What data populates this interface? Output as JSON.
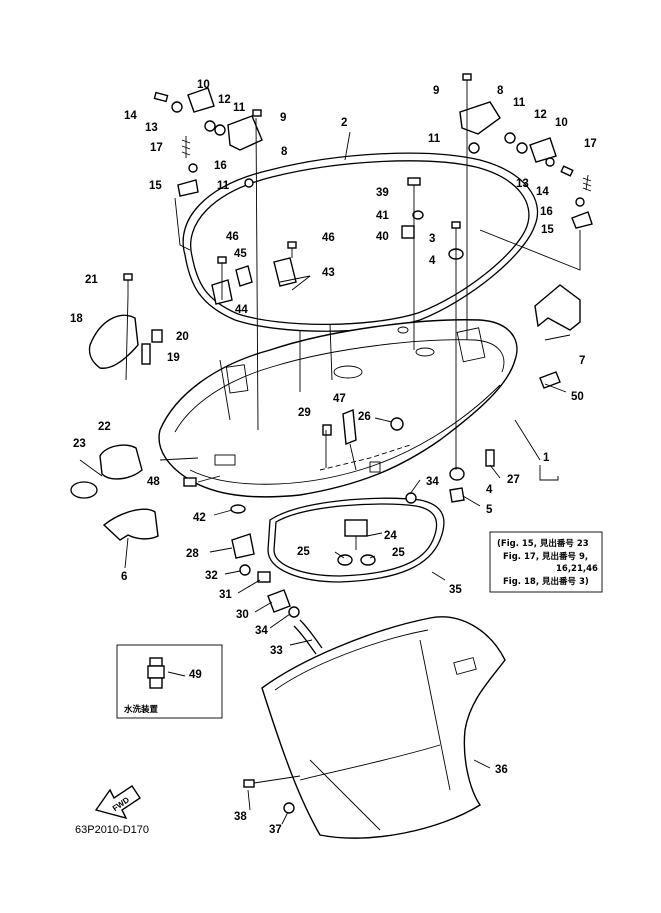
{
  "diagram": {
    "drawing_code": "63P2010-D170",
    "fwd_arrow_label": "FWD",
    "inset_caption": "水洗装置",
    "reference_note": [
      "(Fig. 15, 見出番号 23",
      "Fig. 17, 見出番号 9,",
      "16,21,46",
      "Fig. 18, 見出番号 3)"
    ],
    "callouts": [
      {
        "id": "c10a",
        "text": "10"
      },
      {
        "id": "c12a",
        "text": "12"
      },
      {
        "id": "c11a",
        "text": "11"
      },
      {
        "id": "c14a",
        "text": "14"
      },
      {
        "id": "c13a",
        "text": "13"
      },
      {
        "id": "c9a",
        "text": "9"
      },
      {
        "id": "c17a",
        "text": "17"
      },
      {
        "id": "c8a",
        "text": "8"
      },
      {
        "id": "c16a",
        "text": "16"
      },
      {
        "id": "c11b",
        "text": "11"
      },
      {
        "id": "c15a",
        "text": "15"
      },
      {
        "id": "c2",
        "text": "2"
      },
      {
        "id": "c9b",
        "text": "9"
      },
      {
        "id": "c8b",
        "text": "8"
      },
      {
        "id": "c11c",
        "text": "11"
      },
      {
        "id": "c12b",
        "text": "12"
      },
      {
        "id": "c10b",
        "text": "10"
      },
      {
        "id": "c11d",
        "text": "11"
      },
      {
        "id": "c17b",
        "text": "17"
      },
      {
        "id": "c13b",
        "text": "13"
      },
      {
        "id": "c14b",
        "text": "14"
      },
      {
        "id": "c39",
        "text": "39"
      },
      {
        "id": "c16b",
        "text": "16"
      },
      {
        "id": "c41",
        "text": "41"
      },
      {
        "id": "c15b",
        "text": "15"
      },
      {
        "id": "c40",
        "text": "40"
      },
      {
        "id": "c3",
        "text": "3"
      },
      {
        "id": "c4a",
        "text": "4"
      },
      {
        "id": "c46a",
        "text": "46"
      },
      {
        "id": "c46b",
        "text": "46"
      },
      {
        "id": "c45",
        "text": "45"
      },
      {
        "id": "c43",
        "text": "43"
      },
      {
        "id": "c21",
        "text": "21"
      },
      {
        "id": "c44",
        "text": "44"
      },
      {
        "id": "c18",
        "text": "18"
      },
      {
        "id": "c20",
        "text": "20"
      },
      {
        "id": "c7",
        "text": "7"
      },
      {
        "id": "c19",
        "text": "19"
      },
      {
        "id": "c50",
        "text": "50"
      },
      {
        "id": "c22",
        "text": "22"
      },
      {
        "id": "c29",
        "text": "29"
      },
      {
        "id": "c47",
        "text": "47"
      },
      {
        "id": "c26",
        "text": "26"
      },
      {
        "id": "c23",
        "text": "23"
      },
      {
        "id": "c1",
        "text": "1"
      },
      {
        "id": "c27",
        "text": "27"
      },
      {
        "id": "c48",
        "text": "48"
      },
      {
        "id": "c34a",
        "text": "34"
      },
      {
        "id": "c4b",
        "text": "4"
      },
      {
        "id": "c5",
        "text": "5"
      },
      {
        "id": "c42",
        "text": "42"
      },
      {
        "id": "c24",
        "text": "24"
      },
      {
        "id": "c28",
        "text": "28"
      },
      {
        "id": "c25a",
        "text": "25"
      },
      {
        "id": "c25b",
        "text": "25"
      },
      {
        "id": "c6",
        "text": "6"
      },
      {
        "id": "c32",
        "text": "32"
      },
      {
        "id": "c35",
        "text": "35"
      },
      {
        "id": "c31",
        "text": "31"
      },
      {
        "id": "c30",
        "text": "30"
      },
      {
        "id": "c34b",
        "text": "34"
      },
      {
        "id": "c33",
        "text": "33"
      },
      {
        "id": "c49",
        "text": "49"
      },
      {
        "id": "c36",
        "text": "36"
      },
      {
        "id": "c38",
        "text": "38"
      },
      {
        "id": "c37",
        "text": "37"
      }
    ]
  }
}
